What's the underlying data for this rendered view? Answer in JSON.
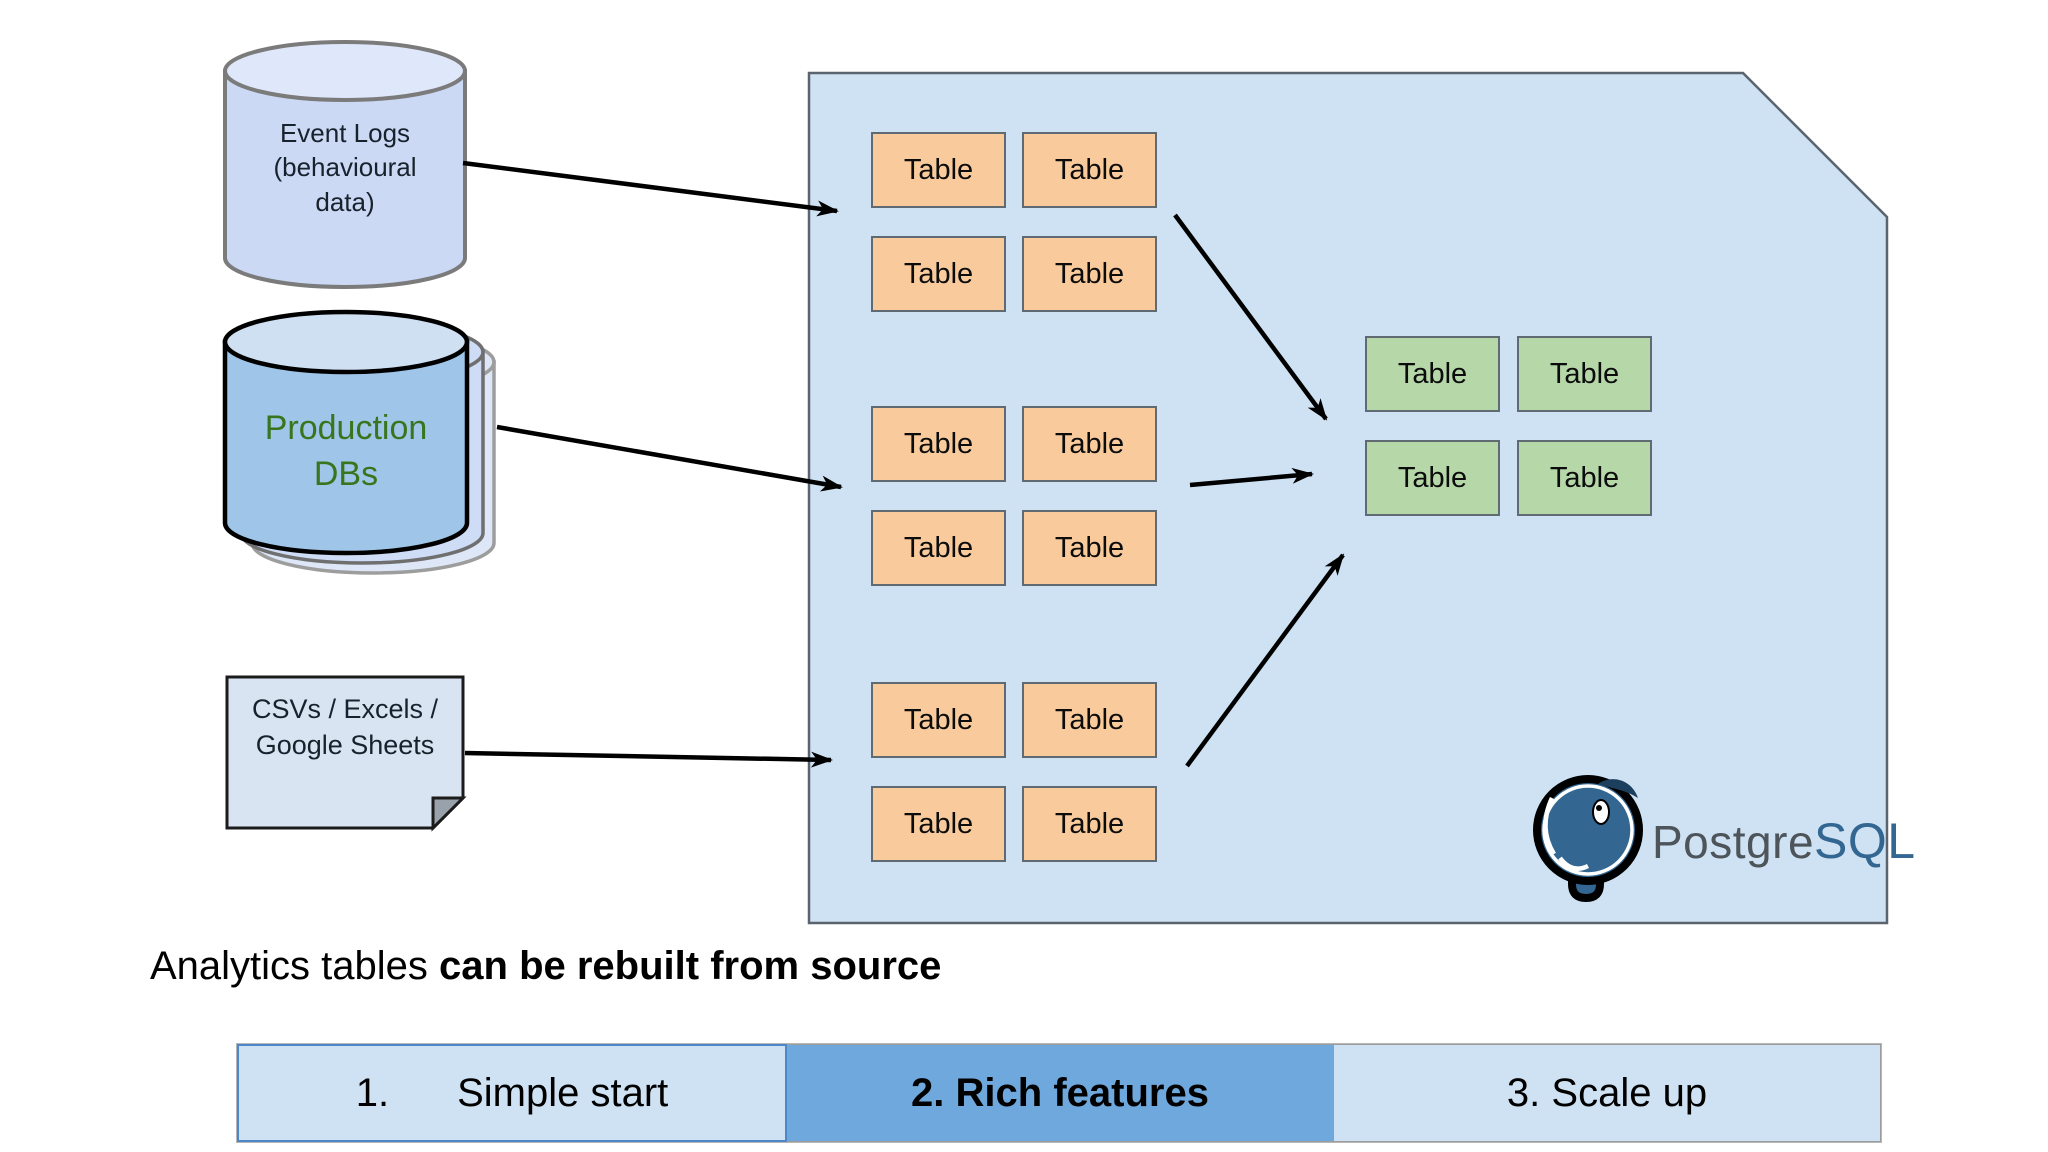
{
  "sources": {
    "event_logs": {
      "label": "Event Logs\n(behavioural\ndata)"
    },
    "production_dbs": {
      "label": "Production\nDBs"
    },
    "csv": {
      "label": "CSVs / Excels /\nGoogle Sheets"
    }
  },
  "postgres": {
    "table_label": "Table"
  },
  "logo": {
    "prefix": "Postgre",
    "suffix": "SQL"
  },
  "caption": {
    "normal": "Analytics tables ",
    "bold": "can be rebuilt from source"
  },
  "steps": {
    "step1": {
      "number": "1.",
      "label": "Simple start"
    },
    "step2": {
      "label": "2. Rich features"
    },
    "step3": {
      "label": "3. Scale up"
    }
  },
  "colors": {
    "container_fill": "#cfe2f3",
    "staging_table_fill": "#f9cb9c",
    "analytics_table_fill": "#b6d7a8",
    "event_logs_fill": "#cbd9f5",
    "production_db_fill": "#9fc5e8",
    "csv_note_fill": "#d8e4f2",
    "step_active_fill": "#6fa8dc",
    "step_inactive_fill": "#cfe2f3",
    "postgres_blue": "#336791",
    "logo_text_gray": "#4d545a",
    "production_text_green": "#38761d"
  }
}
